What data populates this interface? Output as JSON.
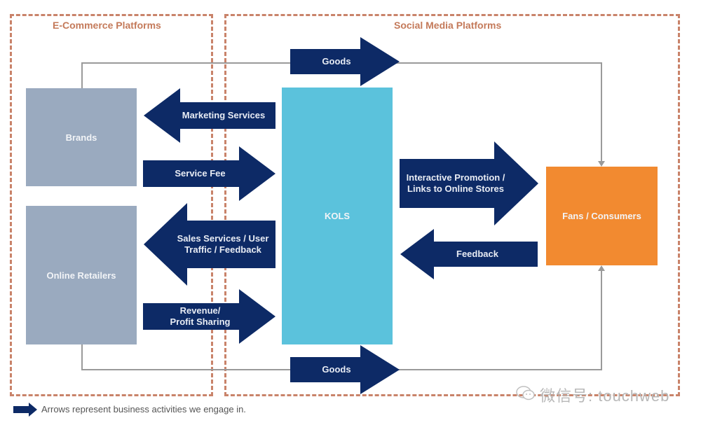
{
  "regions": {
    "ecommerce": {
      "title": "E-Commerce Platforms"
    },
    "social": {
      "title": "Social Media Platforms"
    }
  },
  "nodes": {
    "brands": {
      "label": "Brands",
      "color": "#9aaabf"
    },
    "online_retailers": {
      "label": "Online Retailers",
      "color": "#9aaabf"
    },
    "kols": {
      "label": "KOLS",
      "color": "#5bc2dc"
    },
    "fans": {
      "label": "Fans / Consumers",
      "color": "#f28a30"
    }
  },
  "arrows": {
    "goods_top": {
      "label": "Goods",
      "direction": "right"
    },
    "marketing_services": {
      "label": "Marketing Services",
      "direction": "left"
    },
    "service_fee": {
      "label": "Service Fee",
      "direction": "right"
    },
    "sales_services": {
      "label": "Sales Services / User\nTraffic / Feedback",
      "direction": "left"
    },
    "revenue": {
      "label": "Revenue/\nProfit Sharing",
      "direction": "right"
    },
    "interactive_promotion": {
      "label": "Interactive Promotion /\nLinks to Online Stores",
      "direction": "right"
    },
    "feedback": {
      "label": "Feedback",
      "direction": "left"
    },
    "goods_bottom": {
      "label": "Goods",
      "direction": "right"
    }
  },
  "colors": {
    "arrow": "#0d2a66",
    "region_border": "#c9836a",
    "connector": "#9a9a9a"
  },
  "legend": {
    "text": "Arrows represent business activities we engage in."
  },
  "watermark": {
    "text": "微信号: touchweb"
  }
}
